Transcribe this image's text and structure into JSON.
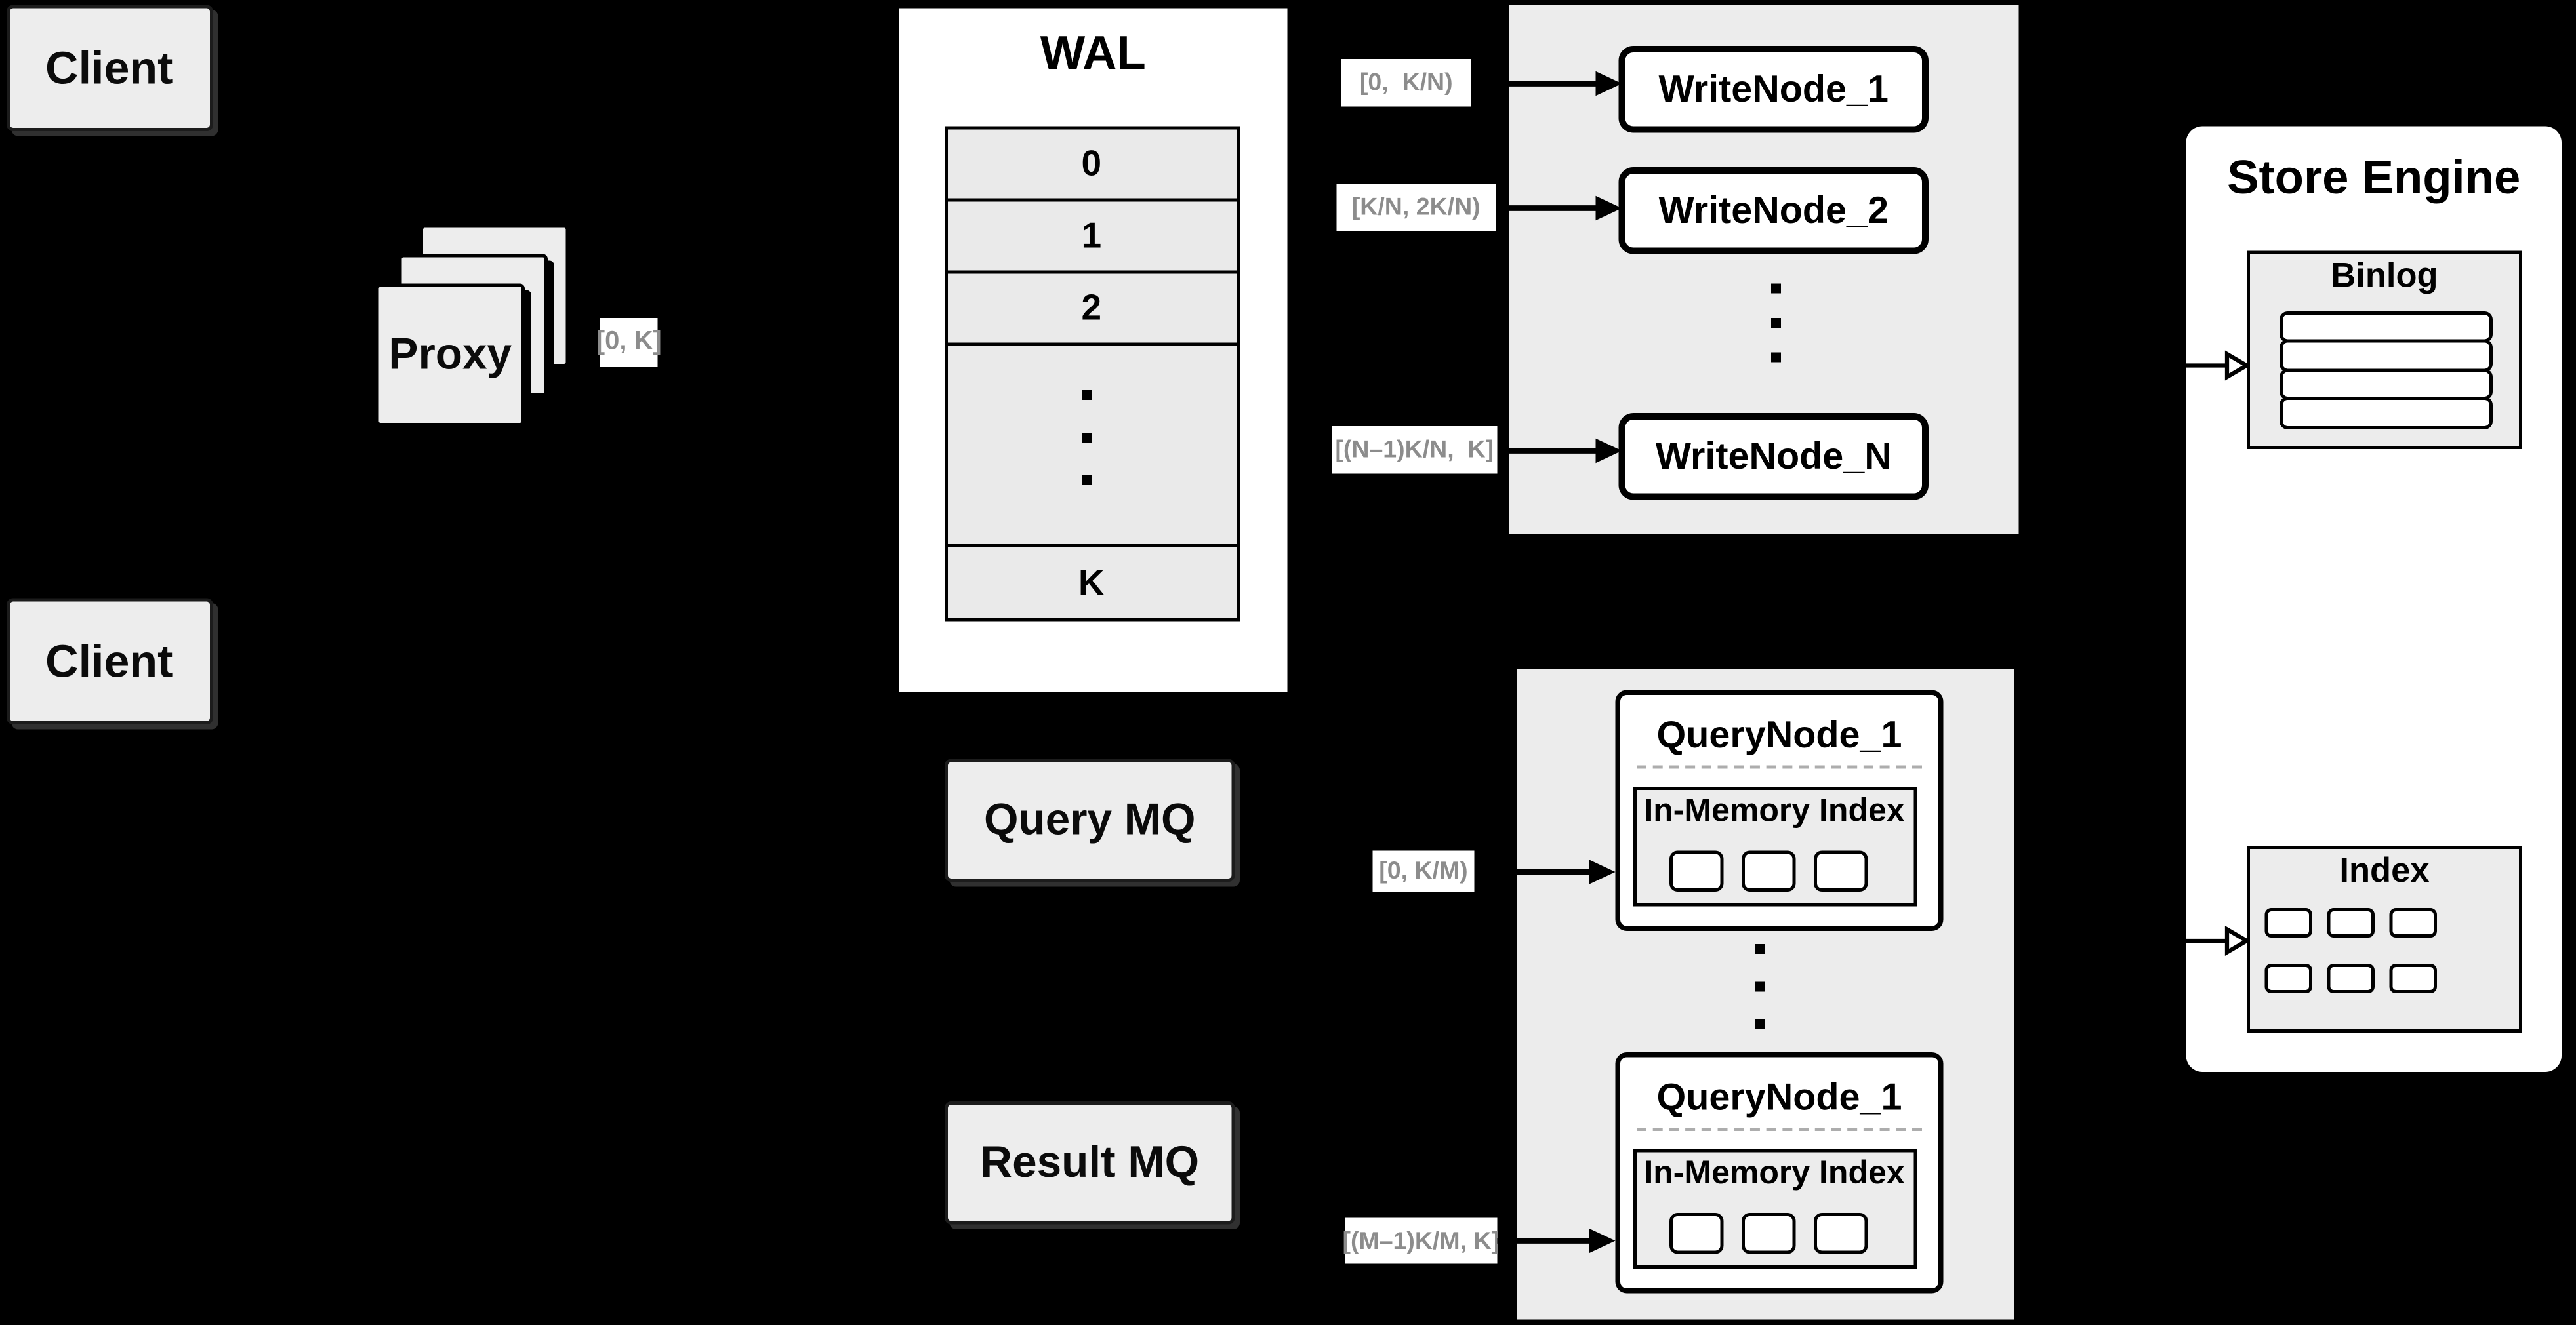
{
  "clients": {
    "top": "Client",
    "bottom": "Client"
  },
  "proxy": {
    "label": "Proxy",
    "range": "[0, K]"
  },
  "wal": {
    "title": "WAL",
    "rows": [
      "0",
      "1",
      "2",
      "K"
    ]
  },
  "write": {
    "nodes": [
      "WriteNode_1",
      "WriteNode_2",
      "WriteNode_N"
    ],
    "ranges": [
      "[0,  K/N)",
      "[K/N, 2K/N)",
      "[(N–1)K/N,  K]"
    ]
  },
  "store": {
    "title": "Store Engine",
    "binlog_title": "Binlog",
    "index_title": "Index",
    "binlog_row_count": 4,
    "index_cell_count": 6
  },
  "mq": {
    "query": "Query MQ",
    "result": "Result MQ"
  },
  "querynodes": {
    "titles": [
      "QueryNode_1",
      "QueryNode_1"
    ],
    "inner_title": "In-Memory Index",
    "ranges": [
      "[0, K/M)",
      "[(M–1)K/M, K]"
    ],
    "cells_per_node": 3
  },
  "colors": {
    "background": "#000000",
    "panel": "#ececec",
    "box_fill": "#ededed",
    "white": "#ffffff",
    "label_text": "#8c8c8c",
    "line": "#000000",
    "dashed_separator": "#adadad"
  }
}
